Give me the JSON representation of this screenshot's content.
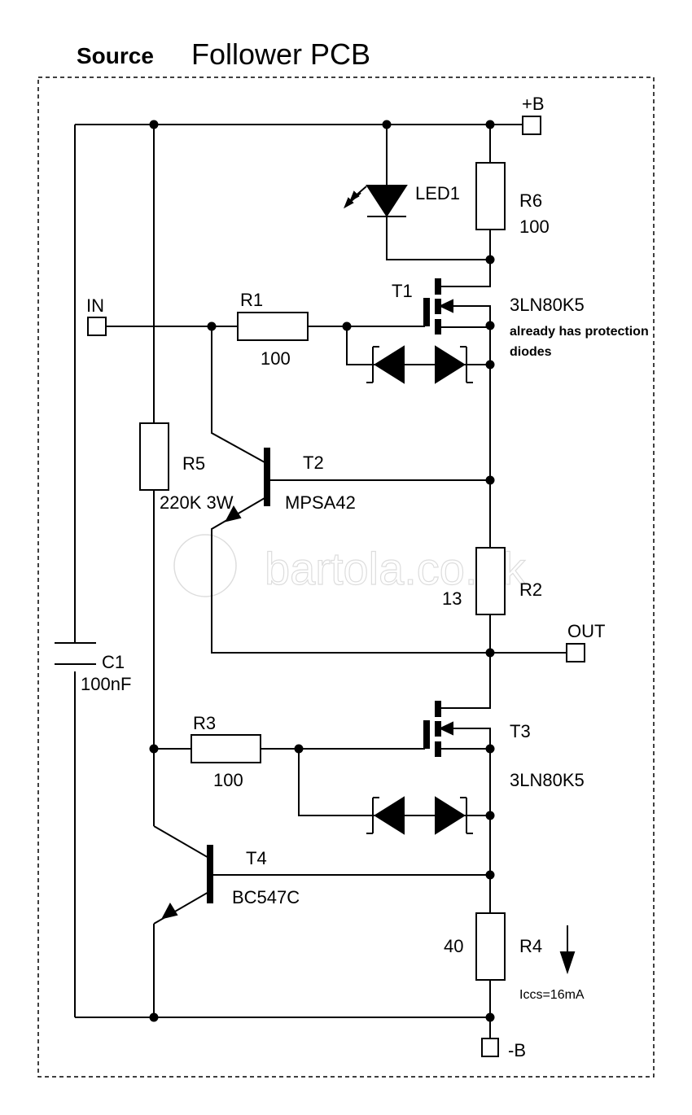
{
  "title": {
    "prefix": "Source",
    "main": "Follower PCB"
  },
  "terminals": {
    "plus_b": "+B",
    "minus_b": "-B",
    "in": "IN",
    "out": "OUT"
  },
  "components": {
    "led1": {
      "ref": "LED1"
    },
    "r6": {
      "ref": "R6",
      "value": "100"
    },
    "r1": {
      "ref": "R1",
      "value": "100"
    },
    "t1": {
      "ref": "T1",
      "part": "3LN80K5",
      "note_line1": "already has protection",
      "note_line2": "diodes"
    },
    "r5": {
      "ref": "R5",
      "value": "220K 3W"
    },
    "t2": {
      "ref": "T2",
      "part": "MPSA42"
    },
    "r2": {
      "ref": "R2",
      "value": "13"
    },
    "c1": {
      "ref": "C1",
      "value": "100nF"
    },
    "r3": {
      "ref": "R3",
      "value": "100"
    },
    "t3": {
      "ref": "T3",
      "part": "3LN80K5"
    },
    "t4": {
      "ref": "T4",
      "part": "BC547C"
    },
    "r4": {
      "ref": "R4",
      "value": "40"
    }
  },
  "current_note": "Iccs=16mA",
  "watermark": "bartola.co.uk"
}
